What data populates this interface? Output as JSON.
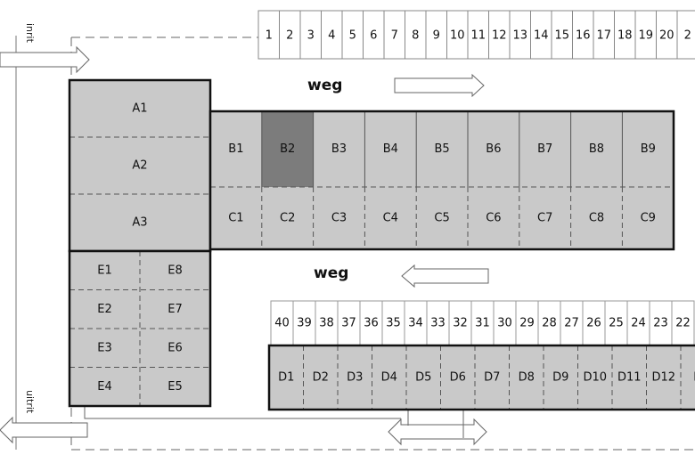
{
  "labels": {
    "road_top": "weg",
    "road_middle": "weg",
    "entrance": "inrit",
    "exit": "uitrit"
  },
  "colors": {
    "cell_fill": "#c9c9c9",
    "highlight_fill": "#7c7c7c",
    "border": "#111111",
    "dash": "#555555"
  },
  "block_a": {
    "cells": [
      "A1",
      "A2",
      "A3"
    ]
  },
  "block_b": {
    "cells": [
      "B1",
      "B2",
      "B3",
      "B4",
      "B5",
      "B6",
      "B7",
      "B8",
      "B9"
    ],
    "highlighted": "B2"
  },
  "block_c": {
    "cells": [
      "C1",
      "C2",
      "C3",
      "C4",
      "C5",
      "C6",
      "C7",
      "C8",
      "C9"
    ]
  },
  "block_e": {
    "left": [
      "E1",
      "E2",
      "E3",
      "E4"
    ],
    "right": [
      "E8",
      "E7",
      "E6",
      "E5"
    ]
  },
  "block_d": {
    "cells": [
      "D1",
      "D2",
      "D3",
      "D4",
      "D5",
      "D6",
      "D7",
      "D8",
      "D9",
      "D10",
      "D11",
      "D12",
      "D"
    ]
  },
  "top_numbers": [
    "1",
    "2",
    "3",
    "4",
    "5",
    "6",
    "7",
    "8",
    "9",
    "10",
    "11",
    "12",
    "13",
    "14",
    "15",
    "16",
    "17",
    "18",
    "19",
    "20",
    "2"
  ],
  "bottom_numbers": [
    "40",
    "39",
    "38",
    "37",
    "36",
    "35",
    "34",
    "33",
    "32",
    "31",
    "30",
    "29",
    "28",
    "27",
    "26",
    "25",
    "24",
    "23",
    "22"
  ]
}
